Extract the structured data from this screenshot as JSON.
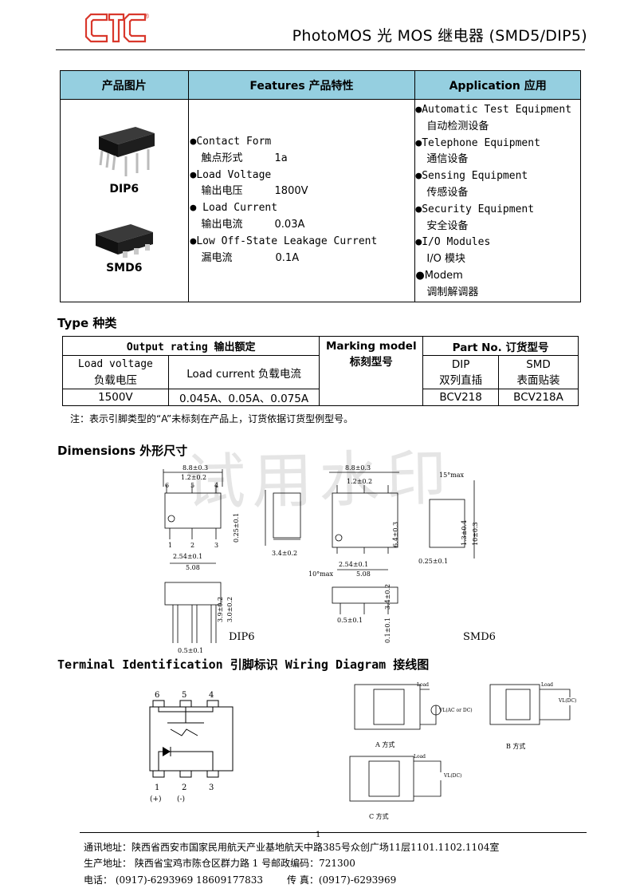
{
  "header": {
    "title": "PhotoMOS 光 MOS 继电器 (SMD5/DIP5)",
    "registered_mark": "®",
    "logo_colors": {
      "brand_red": "#d9382c"
    }
  },
  "features_table": {
    "headers": [
      "产品图片",
      "Features 产品特性",
      "Application 应用"
    ],
    "header_bg": "#95cfe0",
    "packages": [
      "DIP6",
      "SMD6"
    ],
    "features": [
      {
        "name": "Contact Form",
        "cn": "触点形式",
        "value": "1a"
      },
      {
        "name": "Load Voltage",
        "cn": "输出电压",
        "value": "1800V"
      },
      {
        "name": " Load Current",
        "cn": "输出电流",
        "value": "0.03A"
      },
      {
        "name": "Low Off-State Leakage Current",
        "cn": "漏电流",
        "value": "0.1A"
      }
    ],
    "applications": [
      {
        "en": "Automatic Test Equipment",
        "cn": "自动检测设备"
      },
      {
        "en": "Telephone Equipment",
        "cn": "通信设备"
      },
      {
        "en": "Sensing Equipment",
        "cn": "传感设备"
      },
      {
        "en": "Security Equipment",
        "cn": "安全设备"
      },
      {
        "en": "I/O Modules",
        "cn": "I/O 模块"
      },
      {
        "en": "Modem",
        "cn": "调制解调器"
      }
    ]
  },
  "type_section": {
    "title": "Type 种类",
    "output_rating": "Output rating 输出额定",
    "marking_model": "Marking model 标刻型号",
    "part_no": "Part No. 订货型号",
    "load_voltage": "Load voltage",
    "load_voltage_cn": "负载电压",
    "load_current": "Load current 负载电流",
    "dip": "DIP",
    "dip_cn": "双列直插",
    "smd": "SMD",
    "smd_cn": "表面贴装",
    "row": {
      "voltage": "1500V",
      "current": "0.045A、0.05A、0.075A",
      "marking": "BCV218",
      "dip": "BCV218",
      "smd": "BCV218A"
    },
    "note": "注：表示引脚类型的“A”未标刻在产品上，订货依据订货型例型号。"
  },
  "dimensions": {
    "title": "Dimensions 外形尺寸",
    "dip_label": "DIP6",
    "smd_label": "SMD6",
    "dims": {
      "w": "8.8±0.3",
      "pitch": "1.2±0.2",
      "p254": "2.54±0.1",
      "p508": "5.08",
      "lead": "0.25±0.1",
      "body_h": "3.4±0.2",
      "angle": "10°max",
      "h1": "3.9±0.2",
      "h2": "3.0±0.2",
      "pin_w": "0.5±0.1",
      "smd_h": "6.4±0.3",
      "smd_angle": "15°max",
      "smd_a": "1.3±0.4",
      "smd_b": "10±0.3",
      "smd_c": "3.4±0.2",
      "smd_d": "0.1±0.1",
      "pin_nums_top": [
        "6",
        "5",
        "4"
      ],
      "pin_nums_bot": [
        "1",
        "2",
        "3"
      ]
    }
  },
  "terminal": {
    "title": "Terminal Identification 引脚标识 Wiring Diagram  接线图",
    "pins_top": [
      "6",
      "5",
      "4"
    ],
    "pins_bottom": [
      "1",
      "2",
      "3"
    ],
    "pin_signs": [
      "(+)",
      "(-)"
    ],
    "wiring_a": "A 方式",
    "wiring_b": "B 方式",
    "wiring_c": "C 方式",
    "load": "Load",
    "vl_ac": "VL(AC or DC)",
    "vl_dc": "VL(DC)"
  },
  "watermark": "试用水印",
  "footer": {
    "address": "通讯地址：陕西省西安市国家民用航天产业基地航天中路385号众创广场11层1101.1102.1104室",
    "factory": "生产地址：  陕西省宝鸡市陈仓区群力路 1 号邮政编码：721300",
    "phone": "电话：  (0917)-6293969    18609177833",
    "fax": "传      真：(0917)-6293969",
    "page_mark": "1"
  }
}
